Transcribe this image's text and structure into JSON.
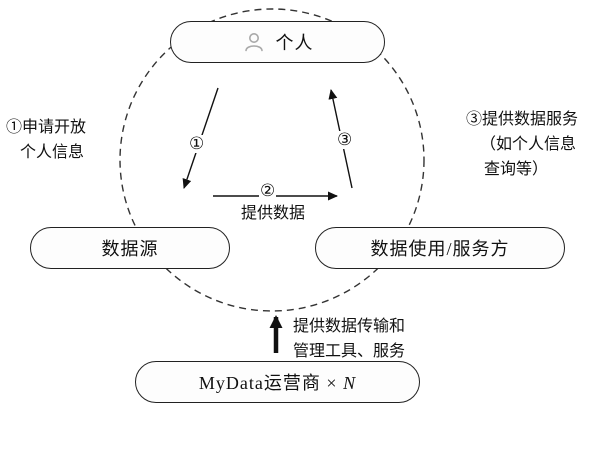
{
  "diagram": {
    "nodes": {
      "person": {
        "label": "个人"
      },
      "data_source": {
        "label": "数据源"
      },
      "data_user": {
        "label": "数据使用/服务方"
      },
      "operator": {
        "label_prefix": "MyData运营商 × ",
        "label_var": "N"
      }
    },
    "arrows": {
      "step1": {
        "num": "①",
        "side_label_line1": "①申请开放",
        "side_label_line2": "个人信息"
      },
      "step2": {
        "num": "②",
        "label": "提供数据"
      },
      "step3": {
        "num": "③",
        "side_label_line1": "③提供数据服务",
        "side_label_line2": "（如个人信息",
        "side_label_line3": "查询等）"
      },
      "operator_arrow": {
        "label_line1": "提供数据传输和",
        "label_line2": "管理工具、服务"
      }
    },
    "colors": {
      "stroke": "#111111",
      "node_fill": "#fdfdfd",
      "icon_gray": "#a9a9a9"
    }
  }
}
